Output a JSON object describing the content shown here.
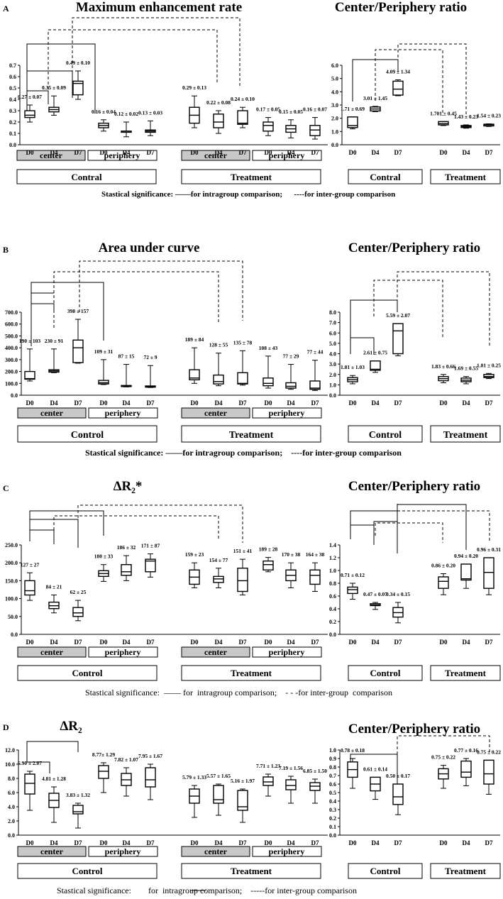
{
  "panels": [
    {
      "letter": "A",
      "left_title": "Maximum enhancement rate",
      "right_title": "Center/Periphery ratio",
      "days": [
        "D0",
        "D4",
        "D7"
      ],
      "center_label": "center",
      "periphery_label": "periphery",
      "group_labels": [
        "Contral",
        "Treatment"
      ],
      "right_group_labels": [
        "Contral",
        "Treatment"
      ],
      "significance_note": "Stastical significance: ——for intragroup comparison;      ----for inter-group comparison"
    },
    {
      "letter": "B",
      "left_title": "Area under curve",
      "right_title": "Center/Periphery ratio",
      "days": [
        "D0",
        "D4",
        "D7"
      ],
      "center_label": "center",
      "periphery_label": "periphery",
      "group_labels": [
        "Control",
        "Treatment"
      ],
      "right_group_labels": [
        "Control",
        "Treatment"
      ],
      "significance_note": "Stastical significance: ——for intragroup comparison;    ----for inter-group comparison"
    },
    {
      "letter": "C",
      "left_title": "ΔR₂*",
      "right_title": "Center/Periphery ratio",
      "days": [
        "D0",
        "D4",
        "D7"
      ],
      "center_label": "center",
      "periphery_label": "periphery",
      "group_labels": [
        "Control",
        "Treatment"
      ],
      "right_group_labels": [
        "Control",
        "Treatment"
      ],
      "significance_note": "Stastical significance:  —— for  intragroup comparison;    - - -for inter-group  comparison"
    },
    {
      "letter": "D",
      "left_title": "ΔR₂",
      "right_title": "Center/Periphery ratio",
      "days": [
        "D0",
        "D4",
        "D7"
      ],
      "center_label": "center",
      "periphery_label": "periphery",
      "group_labels": [
        "Control",
        "Treatment"
      ],
      "right_group_labels": [
        "Control",
        "Treatment"
      ],
      "significance_note": "Stastical significance:        for  intragroup comparison;    -----for inter-group comparison"
    }
  ],
  "chart_data": [
    {
      "type": "boxplot",
      "title": "Maximum enhancement rate",
      "ylim": [
        0,
        0.7
      ],
      "ticks": [
        "0.0",
        "0.1",
        "0.2",
        "0.3",
        "0.4",
        "0.5",
        "0.6",
        "0.7"
      ],
      "categories": [
        "D0",
        "D4",
        "D7",
        "D0",
        "D4",
        "D7",
        "D0",
        "D4",
        "D7",
        "D0",
        "D4",
        "D7"
      ],
      "labels": [
        "0.27 ± 0.07",
        "0.35 ± 0.09",
        "0.49 ± 0.10",
        "0.16 ± 0.04",
        "0.12 ± 0.02",
        "0.13 ± 0.03",
        "0.29 ± 0.13",
        "0.22 ± 0.08",
        "0.24 ± 0.10",
        "0.17 ± 0.05",
        "0.15 ± 0.05",
        "0.16 ± 0.07"
      ],
      "boxes": [
        [
          0.2,
          0.24,
          0.26,
          0.3,
          0.35
        ],
        [
          0.26,
          0.29,
          0.31,
          0.33,
          0.43
        ],
        [
          0.4,
          0.44,
          0.54,
          0.56,
          0.65
        ],
        [
          0.12,
          0.15,
          0.17,
          0.19,
          0.22
        ],
        [
          0.07,
          0.11,
          0.12,
          0.12,
          0.2
        ],
        [
          0.08,
          0.11,
          0.12,
          0.13,
          0.21
        ],
        [
          0.15,
          0.19,
          0.26,
          0.33,
          0.43
        ],
        [
          0.1,
          0.15,
          0.2,
          0.27,
          0.3
        ],
        [
          0.15,
          0.18,
          0.19,
          0.3,
          0.33
        ],
        [
          0.08,
          0.12,
          0.17,
          0.2,
          0.24
        ],
        [
          0.06,
          0.11,
          0.14,
          0.17,
          0.22
        ],
        [
          0.05,
          0.08,
          0.13,
          0.17,
          0.24
        ]
      ]
    },
    {
      "type": "boxplot",
      "title": "Center/Periphery ratio",
      "ylim": [
        0,
        6.0
      ],
      "ticks": [
        "0.0",
        "1.0",
        "2.0",
        "3.0",
        "4.0",
        "5.0",
        "6.0"
      ],
      "categories": [
        "D0",
        "D4",
        "D7",
        "D0",
        "D4",
        "D7"
      ],
      "labels": [
        "1.71 ± 0.69",
        "3.01 ± 1.45",
        "4.09 ± 1.34",
        "1.701 ± 0.45",
        "1.43 ± 0.23",
        "1.54 ± 0.23"
      ],
      "boxes": [
        [
          1.2,
          1.3,
          1.45,
          2.1,
          2.1
        ],
        [
          2.5,
          2.55,
          2.7,
          2.85,
          2.9
        ],
        [
          3.7,
          3.75,
          4.2,
          4.8,
          4.9
        ],
        [
          1.45,
          1.5,
          1.6,
          1.75,
          1.75
        ],
        [
          1.25,
          1.3,
          1.38,
          1.45,
          1.5
        ],
        [
          1.38,
          1.42,
          1.5,
          1.55,
          1.58
        ]
      ]
    },
    {
      "type": "boxplot",
      "title": "Area under curve",
      "ylim": [
        0,
        700
      ],
      "ticks": [
        "0.0",
        "100.0",
        "200.0",
        "300.0",
        "400.0",
        "500.0",
        "600.0",
        "700.0"
      ],
      "categories": [
        "D0",
        "D4",
        "D7",
        "D0",
        "D4",
        "D7",
        "D0",
        "D4",
        "D7",
        "D0",
        "D4",
        "D7"
      ],
      "labels": [
        "190 ± 103",
        "230 ± 91",
        "398 ± 157",
        "109 ± 31",
        "87 ± 15",
        "72 ± 9",
        "189 ± 84",
        "128 ± 55",
        "135 ± 78",
        "108 ± 43",
        "77 ± 29",
        "77 ± 44"
      ],
      "boxes": [
        [
          120,
          135,
          140,
          200,
          390
        ],
        [
          190,
          195,
          205,
          215,
          390
        ],
        [
          270,
          275,
          400,
          465,
          640
        ],
        [
          90,
          95,
          105,
          125,
          300
        ],
        [
          70,
          75,
          78,
          82,
          260
        ],
        [
          65,
          68,
          72,
          78,
          250
        ],
        [
          100,
          130,
          145,
          215,
          400
        ],
        [
          80,
          95,
          115,
          170,
          355
        ],
        [
          85,
          95,
          100,
          190,
          375
        ],
        [
          60,
          80,
          100,
          145,
          330
        ],
        [
          50,
          60,
          75,
          105,
          260
        ],
        [
          40,
          50,
          60,
          120,
          295
        ]
      ]
    },
    {
      "type": "boxplot",
      "title": "Center/Periphery ratio",
      "ylim": [
        0,
        8.0
      ],
      "ticks": [
        "0.0",
        "1.0",
        "2.0",
        "3.0",
        "4.0",
        "5.0",
        "6.0",
        "7.0",
        "8.0"
      ],
      "categories": [
        "D0",
        "D4",
        "D7",
        "D0",
        "D4",
        "D7"
      ],
      "labels": [
        "1.81 ± 1.03",
        "2.61 ± 0.75",
        "5.59 ± 2.07",
        "1.83 ± 0.66",
        "1.69 ± 0.55",
        "1.81 ± 0.25"
      ],
      "boxes": [
        [
          1.1,
          1.3,
          1.5,
          1.7,
          1.9
        ],
        [
          2.2,
          2.4,
          2.5,
          3.3,
          3.3
        ],
        [
          3.8,
          4.0,
          6.2,
          6.9,
          6.9
        ],
        [
          1.2,
          1.4,
          1.6,
          1.8,
          2.0
        ],
        [
          1.1,
          1.3,
          1.45,
          1.65,
          1.8
        ],
        [
          1.6,
          1.7,
          1.8,
          2.0,
          2.1
        ]
      ]
    },
    {
      "type": "boxplot",
      "title": "ΔR₂*",
      "ylim": [
        0,
        250
      ],
      "ticks": [
        "0.0",
        "50.0",
        "100.0",
        "150.0",
        "200.0",
        "250.0"
      ],
      "categories": [
        "D0",
        "D4",
        "D7",
        "D0",
        "D4",
        "D7",
        "D0",
        "D4",
        "D7",
        "D0",
        "D4",
        "D7"
      ],
      "labels": [
        "127 ± 27",
        "84 ± 21",
        "62 ± 25",
        "180 ± 33",
        "186 ± 32",
        "171 ± 87",
        "159 ± 23",
        "154 ± 77",
        "151 ± 41",
        "189 ± 28",
        "170 ± 38",
        "164 ± 38"
      ],
      "boxes": [
        [
          95,
          110,
          122,
          150,
          172
        ],
        [
          60,
          72,
          80,
          90,
          110
        ],
        [
          38,
          50,
          60,
          75,
          95
        ],
        [
          148,
          162,
          170,
          178,
          195
        ],
        [
          150,
          165,
          175,
          195,
          220
        ],
        [
          160,
          175,
          205,
          210,
          225
        ],
        [
          130,
          140,
          160,
          180,
          200
        ],
        [
          130,
          145,
          155,
          162,
          185
        ],
        [
          110,
          120,
          150,
          185,
          210
        ],
        [
          175,
          180,
          195,
          205,
          215
        ],
        [
          130,
          150,
          165,
          180,
          200
        ],
        [
          120,
          140,
          165,
          180,
          200
        ]
      ]
    },
    {
      "type": "boxplot",
      "title": "Center/Periphery ratio",
      "ylim": [
        0,
        1.4
      ],
      "ticks": [
        "0.0",
        "0.2",
        "0.4",
        "0.6",
        "0.8",
        "1.0",
        "1.2",
        "1.4"
      ],
      "categories": [
        "D0",
        "D4",
        "D7",
        "D0",
        "D4",
        "D7"
      ],
      "labels": [
        "0.71 ± 0.12",
        "0.47 ± 0.07",
        "0.34 ± 0.15",
        "0.86 ± 0.20",
        "0.94 ± 0.20",
        "0.96 ± 0.31"
      ],
      "boxes": [
        [
          0.55,
          0.64,
          0.7,
          0.74,
          0.8
        ],
        [
          0.39,
          0.45,
          0.46,
          0.48,
          0.5
        ],
        [
          0.18,
          0.27,
          0.34,
          0.42,
          0.5
        ],
        [
          0.62,
          0.72,
          0.83,
          0.9,
          0.95
        ],
        [
          0.72,
          0.85,
          0.87,
          1.1,
          1.1
        ],
        [
          0.62,
          0.72,
          0.97,
          1.2,
          1.2
        ]
      ]
    },
    {
      "type": "boxplot",
      "title": "ΔR₂",
      "ylim": [
        0,
        12.0
      ],
      "ticks": [
        "0.0",
        "2.0",
        "4.0",
        "6.0",
        "8.0",
        "10.0",
        "12.0"
      ],
      "categories": [
        "D0",
        "D4",
        "D7",
        "D0",
        "D4",
        "D7",
        "D0",
        "D4",
        "D7",
        "D0",
        "D4",
        "D7"
      ],
      "labels": [
        "6.90 ± 2.07",
        "4.81 ± 1.28",
        "3.83 ± 1.32",
        "8.77± 1.29",
        "7.82 ± 1.07",
        "7.95 ± 1.67",
        "5.79 ± 1.33",
        "5.57 ± 1.65",
        "5.16 ± 1.97",
        "7.71 ± 1.23",
        "7.19 ± 1.56",
        "6.85 ± 1.50"
      ],
      "boxes": [
        [
          3.5,
          5.8,
          7.3,
          8.6,
          9.0
        ],
        [
          1.8,
          3.9,
          4.9,
          5.9,
          6.8
        ],
        [
          1.0,
          3.0,
          3.3,
          4.2,
          4.5
        ],
        [
          6.0,
          8.0,
          9.0,
          9.8,
          10.2
        ],
        [
          5.5,
          7.0,
          7.8,
          8.7,
          9.5
        ],
        [
          5.0,
          6.8,
          7.8,
          9.5,
          10.0
        ],
        [
          2.5,
          4.5,
          5.5,
          6.5,
          7.0
        ],
        [
          2.8,
          4.5,
          5.0,
          7.0,
          7.2
        ],
        [
          1.8,
          3.5,
          4.0,
          6.3,
          6.5
        ],
        [
          5.5,
          7.0,
          7.5,
          8.2,
          8.6
        ],
        [
          4.5,
          6.4,
          7.0,
          7.8,
          8.3
        ],
        [
          4.5,
          6.3,
          6.9,
          7.4,
          7.9
        ]
      ]
    },
    {
      "type": "boxplot",
      "title": "Center/Periphery ratio",
      "ylim": [
        0,
        1.0
      ],
      "ticks": [
        "0.0",
        "0.1",
        "0.2",
        "0.3",
        "0.4",
        "0.5",
        "0.6",
        "0.7",
        "0.8",
        "0.9",
        "1.0"
      ],
      "categories": [
        "D0",
        "D4",
        "D7",
        "D0",
        "D4",
        "D7"
      ],
      "labels": [
        "0.78 ± 0.18",
        "0.61 ± 0.14",
        "0.50 ± 0.17",
        "0.75 ± 0.22",
        "0.77 ± 0.16",
        "0.75 ± 0.22"
      ],
      "boxes": [
        [
          0.55,
          0.68,
          0.77,
          0.86,
          0.9
        ],
        [
          0.42,
          0.52,
          0.6,
          0.68,
          0.68
        ],
        [
          0.24,
          0.36,
          0.45,
          0.6,
          0.6
        ],
        [
          0.55,
          0.66,
          0.72,
          0.78,
          0.82
        ],
        [
          0.58,
          0.68,
          0.74,
          0.87,
          0.9
        ],
        [
          0.48,
          0.6,
          0.72,
          0.88,
          0.88
        ]
      ]
    }
  ]
}
